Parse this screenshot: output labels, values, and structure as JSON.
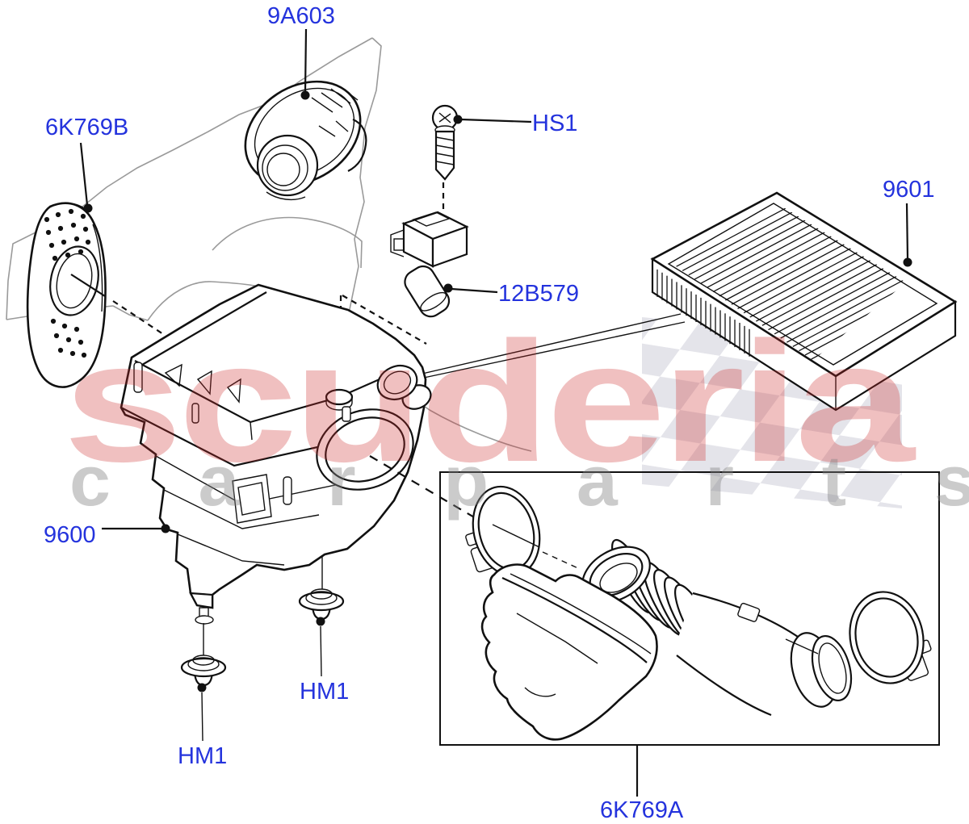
{
  "watermark": {
    "brand": "scuderia",
    "tagline": "c a r p a r t s"
  },
  "colors": {
    "label_blue": "#2433dd",
    "watermark_red": "rgba(205,45,45,0.30)",
    "tagline_gray": "rgba(130,130,130,0.42)",
    "checker_gray": "#e4e4ea",
    "panel_gray": "#9a9a9a",
    "line_black": "#111111"
  },
  "labels": {
    "resonator": "9A603",
    "air_inlet_grille": "6K769B",
    "screw": "HS1",
    "air_filter_element": "9601",
    "maf_sensor": "12B579",
    "air_cleaner_assembly": "9600",
    "grommet_front": "HM1",
    "grommet_rear": "HM1",
    "air_intake_hose": "6K769A"
  }
}
